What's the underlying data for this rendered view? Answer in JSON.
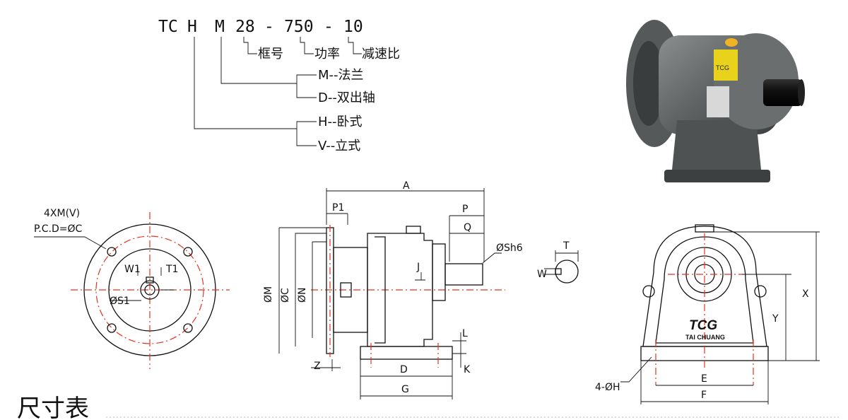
{
  "model_code": {
    "parts": [
      "TC",
      "H",
      "M",
      "28",
      "-",
      "750",
      "-",
      "10"
    ]
  },
  "code_legend": {
    "frame": "框号",
    "power": "功率",
    "ratio": "减速比",
    "mount_m": "M--法兰",
    "mount_d": "D--双出轴",
    "orient_h": "H--卧式",
    "orient_v": "V--立式"
  },
  "front_view": {
    "holes": "4XM(V)",
    "pcd": "P.C.D=ØC",
    "w1": "W1",
    "t1": "T1",
    "s1": "ØS1"
  },
  "side_view": {
    "a": "A",
    "p1": "P1",
    "p": "P",
    "q": "Q",
    "sh6": "ØSh6",
    "j": "J",
    "m": "ØM",
    "c": "ØC",
    "n": "ØN",
    "l": "L",
    "z": "Z",
    "d": "D",
    "k": "K",
    "g": "G"
  },
  "key_view": {
    "t": "T",
    "w": "W"
  },
  "end_view": {
    "x": "X",
    "y": "Y",
    "e": "E",
    "f": "F",
    "h": "4-ØH",
    "brand": "TCG",
    "brand_sub": "TAI CHUANG"
  },
  "photo": {
    "badge": "TCG"
  },
  "footer": {
    "title": "尺寸表"
  },
  "colors": {
    "centerline": "#e53220",
    "line": "#111111",
    "casing": "#6b6f70"
  }
}
